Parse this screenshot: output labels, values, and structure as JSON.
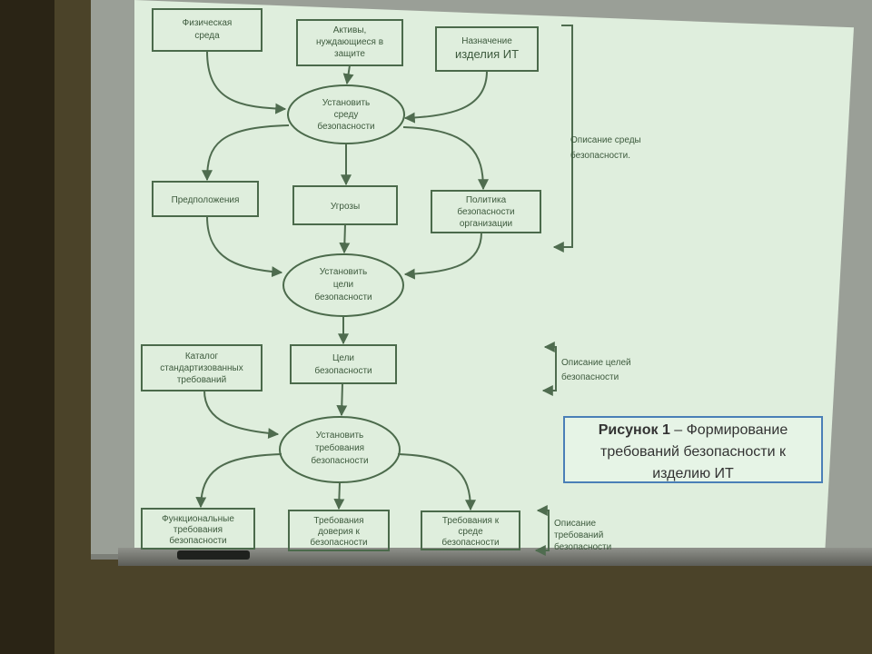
{
  "diagram": {
    "top_boxes": [
      {
        "id": "env",
        "text": [
          "Физическая",
          "среда"
        ]
      },
      {
        "id": "assets",
        "text": [
          "Активы,",
          "нуждающиеся в",
          "защите"
        ]
      },
      {
        "id": "purpose",
        "text": [
          "Назначение",
          "изделия ИТ"
        ]
      }
    ],
    "nodes": [
      {
        "id": "set_env",
        "text": [
          "Установить",
          "среду",
          "безопасности"
        ]
      },
      {
        "id": "set_goals",
        "text": [
          "Установить",
          "цели",
          "безопасности"
        ]
      },
      {
        "id": "set_req",
        "text": [
          "Установить",
          "требования",
          "безопасности"
        ]
      }
    ],
    "mid_boxes": [
      {
        "id": "assumptions",
        "text": [
          "Предположения"
        ]
      },
      {
        "id": "threats",
        "text": [
          "Угрозы"
        ]
      },
      {
        "id": "policy",
        "text": [
          "Политика",
          "безопасности",
          "организации"
        ]
      }
    ],
    "goal_boxes": [
      {
        "id": "catalog",
        "text": [
          "Каталог",
          "стандартизованных",
          "требований"
        ]
      },
      {
        "id": "goals",
        "text": [
          "Цели",
          "безопасности"
        ]
      }
    ],
    "bottom_boxes": [
      {
        "id": "functional",
        "text": [
          "Функциональные",
          "требования",
          "безопасности"
        ]
      },
      {
        "id": "trust",
        "text": [
          "Требования",
          "доверия к",
          "безопасности"
        ]
      },
      {
        "id": "env_req",
        "text": [
          "Требования к",
          "среде",
          "безопасности"
        ]
      }
    ],
    "side_labels": [
      {
        "id": "env_desc",
        "text": [
          "Описание среды",
          "безопасности."
        ]
      },
      {
        "id": "goals_desc",
        "text": [
          "Описание целей",
          "безопасности"
        ]
      },
      {
        "id": "req_desc",
        "text": [
          "Описание",
          "требований",
          "безопасности"
        ]
      }
    ]
  },
  "caption": {
    "title": "Рисунок 1",
    "dash": " – ",
    "line1": "Формирование",
    "line2": "требований безопасности к",
    "line3": "изделию ИТ"
  }
}
